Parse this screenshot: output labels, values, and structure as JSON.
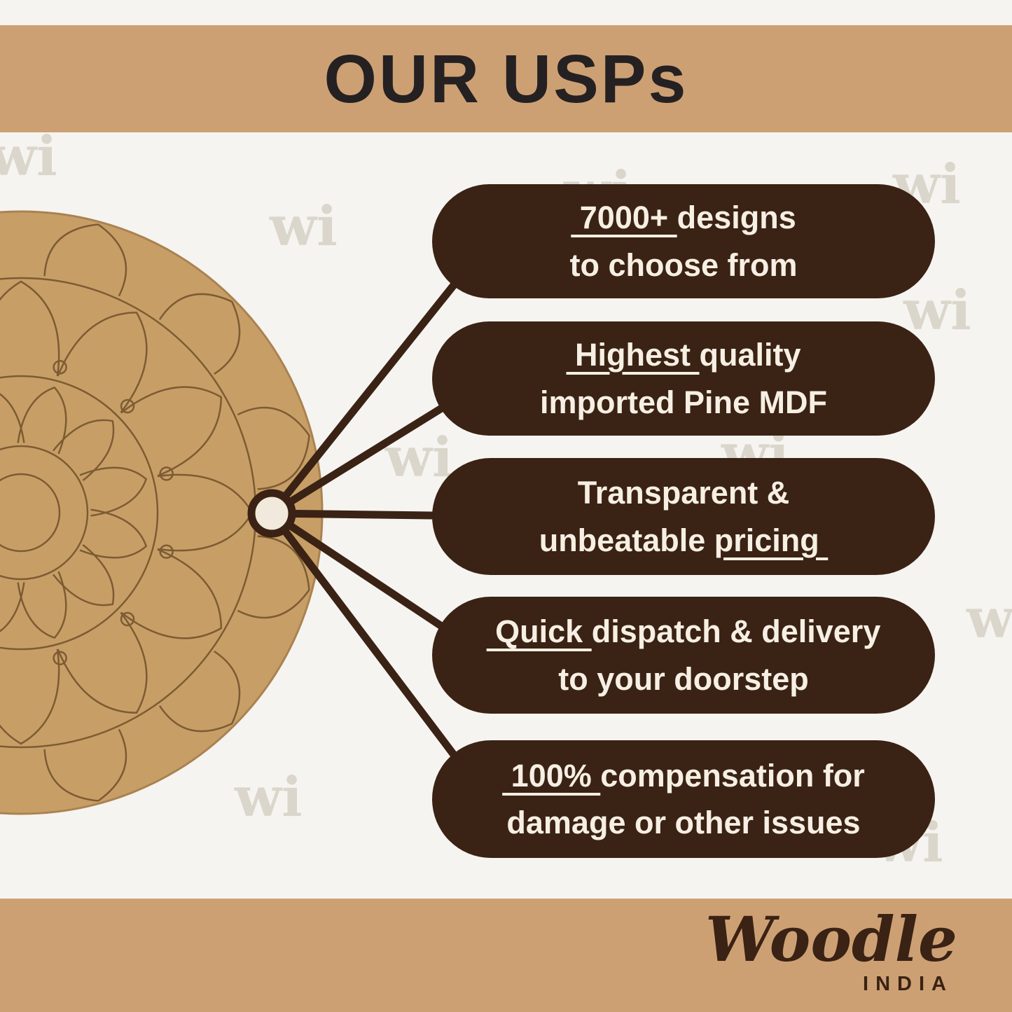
{
  "header": {
    "title": "OUR USPs"
  },
  "watermark": {
    "text": "wi"
  },
  "board": {
    "alt": "round-mdf-mandala-board"
  },
  "usps": [
    {
      "lines": [
        [
          {
            "text": " 7000+ ",
            "underline": true
          },
          {
            "text": "designs",
            "underline": false
          }
        ],
        [
          {
            "text": "to choose from",
            "underline": false
          }
        ]
      ]
    },
    {
      "lines": [
        [
          {
            "text": " Highest ",
            "underline": true
          },
          {
            "text": "quality",
            "underline": false
          }
        ],
        [
          {
            "text": "imported Pine MDF",
            "underline": false
          }
        ]
      ]
    },
    {
      "lines": [
        [
          {
            "text": "Transparent &",
            "underline": false
          }
        ],
        [
          {
            "text": "unbeatable ",
            "underline": false
          },
          {
            "text": "pricing ",
            "underline": true
          }
        ]
      ]
    },
    {
      "lines": [
        [
          {
            "text": " Quick ",
            "underline": true
          },
          {
            "text": "dispatch & delivery",
            "underline": false
          }
        ],
        [
          {
            "text": "to your doorstep",
            "underline": false
          }
        ]
      ]
    },
    {
      "lines": [
        [
          {
            "text": " 100% ",
            "underline": true
          },
          {
            "text": "compensation for",
            "underline": false
          }
        ],
        [
          {
            "text": "damage or other issues",
            "underline": false
          }
        ]
      ]
    }
  ],
  "footer": {
    "brand": "Woodle",
    "country": "INDIA"
  },
  "colors": {
    "band": "#cda074",
    "pill_bg": "#3a2214",
    "pill_text": "#f6efe3",
    "title": "#252122",
    "board": "#c79f66",
    "board_line": "#7d5b33",
    "hub_fill": "#f1e9db",
    "watermark": "#d8d3c8",
    "background": "#f6f4f0"
  }
}
